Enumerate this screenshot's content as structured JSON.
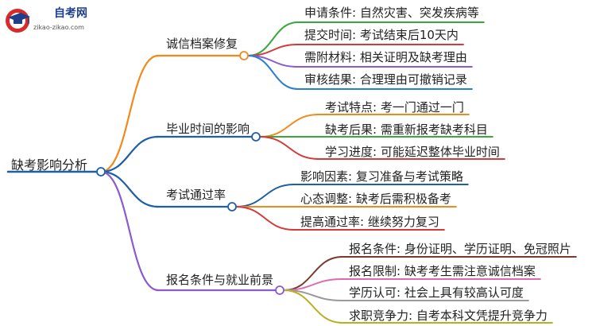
{
  "logo": {
    "title": "自考网",
    "subtitle": "zikao-zikao.com"
  },
  "root": {
    "label": "缺考影响分析",
    "color": "#1f5fa8"
  },
  "branches": [
    {
      "label": "诚信档案修复",
      "color": "#f08a1c",
      "children": [
        {
          "label": "申请条件: 自然灾害、突发疾病等",
          "color": "#3aa83a"
        },
        {
          "label": "提交时间: 考试结束后10天内",
          "color": "#d43a3a"
        },
        {
          "label": "需附材料: 相关证明及缺考理由",
          "color": "#8a5ad0"
        },
        {
          "label": "审核结果: 合理理由可撤销记录",
          "color": "#2a7fd0"
        }
      ]
    },
    {
      "label": "毕业时间的影响",
      "color": "#1f5fa8",
      "children": [
        {
          "label": "考试特点: 考一门通过一门",
          "color": "#f08a1c"
        },
        {
          "label": "缺考后果: 需重新报考缺考科目",
          "color": "#3aa83a"
        },
        {
          "label": "学习进度: 可能延迟整体毕业时间",
          "color": "#d43a3a"
        }
      ]
    },
    {
      "label": "考试通过率",
      "color": "#1f5fa8",
      "children": [
        {
          "label": "影响因素: 复习准备与考试策略",
          "color": "#1f5fa8"
        },
        {
          "label": "心态调整: 缺考后需积极备考",
          "color": "#f08a1c"
        },
        {
          "label": "提高通过率: 继续努力复习",
          "color": "#d43a3a"
        }
      ]
    },
    {
      "label": "报名条件与就业前景",
      "color": "#8a5ad0",
      "children": [
        {
          "label": "报名条件: 身份证明、学历证明、免冠照片",
          "color": "#7a3b2e"
        },
        {
          "label": "报名限制: 缺考考生需注意诚信档案",
          "color": "#e06ab0"
        },
        {
          "label": "学历认可: 社会上具有较高认可度",
          "color": "#9a9a9a"
        },
        {
          "label": "求职竞争力: 自考本科文凭提升竞争力",
          "color": "#b8b020"
        }
      ]
    }
  ]
}
